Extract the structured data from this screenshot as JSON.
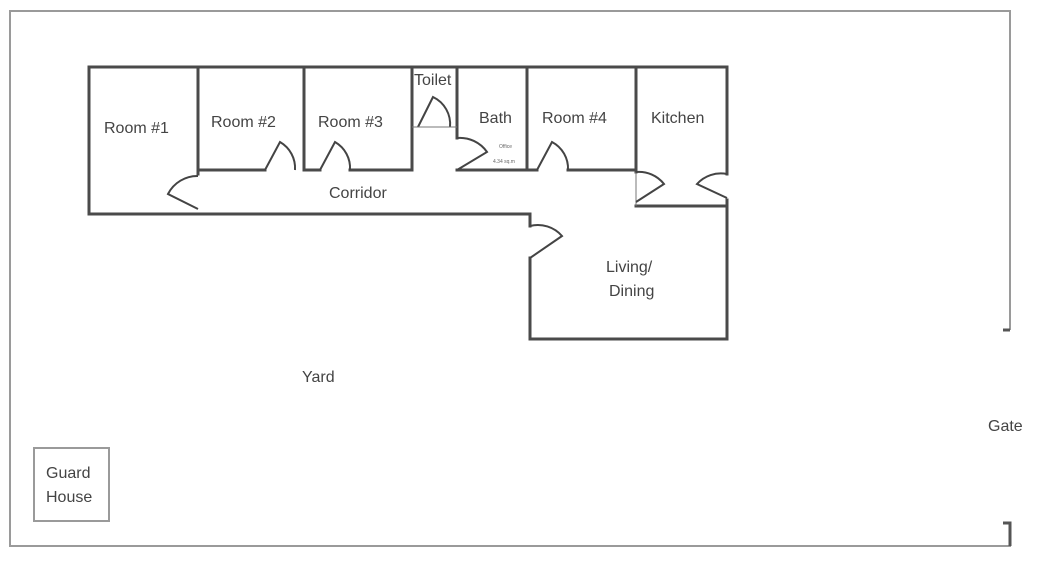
{
  "plan": {
    "rooms": {
      "room1": "Room #1",
      "room2": "Room #2",
      "room3": "Room #3",
      "toilet": "Toilet",
      "bath": "Bath",
      "bath_note_1": "Office",
      "bath_note_2": "4.34 sq.m",
      "room4": "Room #4",
      "kitchen": "Kitchen",
      "corridor": "Corridor",
      "living_1": "Living/",
      "living_2": "Dining"
    },
    "site": {
      "yard": "Yard",
      "gate": "Gate",
      "guard_1": "Guard",
      "guard_2": "House"
    }
  }
}
